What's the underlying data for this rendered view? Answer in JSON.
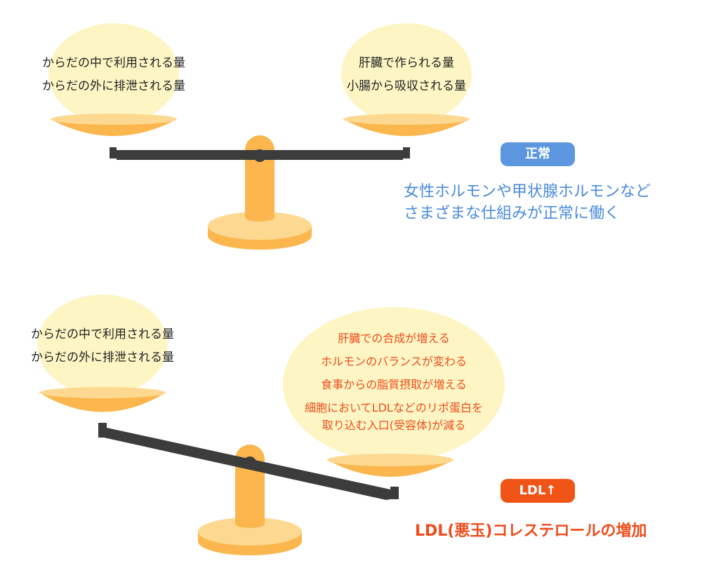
{
  "colors": {
    "bubble": "#fdf6c4",
    "pan": "#fbb74e",
    "pan_rim": "#fdd890",
    "beam": "#3c3c3c",
    "pivot": "#fbb74e",
    "normal_accent": "#5b96de",
    "ldl_accent": "#f05416"
  },
  "top_scale": {
    "left_pan_lines": [
      "からだの中で利用される量",
      "からだの外に排泄される量"
    ],
    "right_pan_lines": [
      "肝臓で作られる量",
      "小腸から吸収される量"
    ],
    "badge": "正常",
    "description_lines": [
      "女性ホルモンや甲状腺ホルモンなど",
      "さまざまな仕組みが正常に働く"
    ]
  },
  "bottom_scale": {
    "left_pan_lines": [
      "からだの中で利用される量",
      "からだの外に排泄される量"
    ],
    "right_pan_lines": [
      "肝臓での合成が増える",
      "ホルモンのバランスが変わる",
      "食事からの脂質摂取が増える",
      "細胞においてLDLなどのリポ蛋白を",
      "取り込む入口(受容体)が減る"
    ],
    "badge": "LDL↑",
    "description": "LDL(悪玉)コレステロールの増加"
  }
}
